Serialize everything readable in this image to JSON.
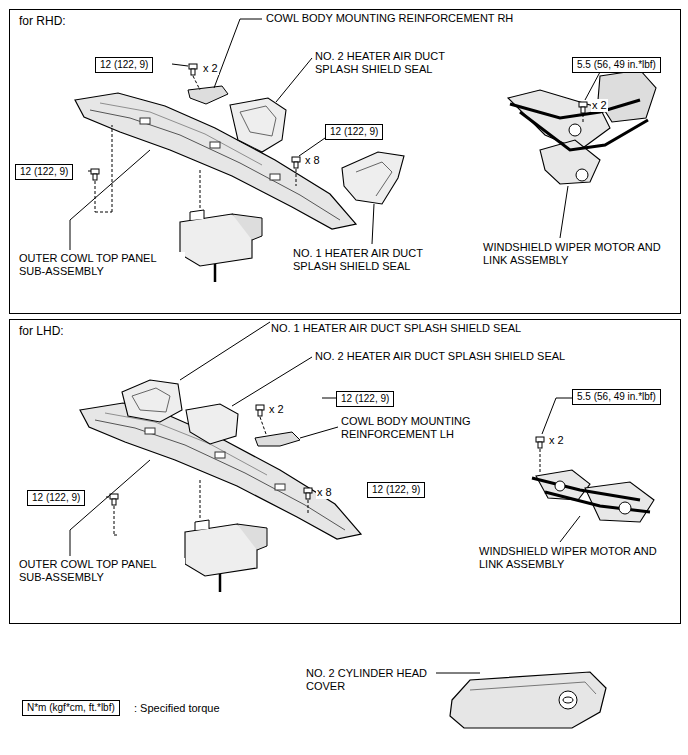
{
  "diagram": {
    "nodes": [
      {
        "text": [
          "for RHD:"
        ]
      },
      {
        "text": [
          "12 (122, 9)"
        ],
        "in": 0
      },
      {
        "text": [
          "12 (122, 9)"
        ],
        "in": 0
      },
      {
        "text": [
          "12 (122, 9)"
        ],
        "in": 0
      },
      {
        "text": [
          "5.5 (56, 49 in.*lbf)"
        ],
        "in": 0
      },
      {
        "text": [
          "for LHD:"
        ]
      },
      {
        "text": [
          "12 (122, 9)"
        ],
        "in": 5
      },
      {
        "text": [
          "12 (122, 9)"
        ],
        "in": 5
      },
      {
        "text": [
          "12 (122, 9)"
        ],
        "in": 5
      },
      {
        "text": [
          "5.5 (56, 49 in.*lbf)"
        ],
        "in": 5
      },
      {
        "text": [
          "N*m (kgf*cm, ft.*lbf)"
        ]
      }
    ],
    "labels": [
      "COWL BODY MOUNTING REINFORCEMENT RH",
      "x 2",
      "NO. 2 HEATER AIR DUCT SPLASH SHIELD SEAL",
      "x 2",
      "x 8",
      "OUTER COWL TOP PANEL SUB-ASSEMBLY",
      "NO. 1 HEATER AIR DUCT SPLASH SHIELD SEAL",
      "WINDSHIELD WIPER MOTOR AND LINK ASSEMBLY",
      "NO. 1 HEATER AIR DUCT SPLASH SHIELD SEAL",
      "NO. 2 HEATER AIR DUCT SPLASH SHIELD SEAL",
      "x 2",
      "COWL BODY MOUNTING REINFORCEMENT LH",
      "x 2",
      "x 8",
      "OUTER COWL TOP PANEL SUB-ASSEMBLY",
      "WINDSHIELD WIPER MOTOR AND LINK ASSEMBLY",
      "NO. 2 CYLINDER HEAD COVER"
    ],
    "legend": [
      {
        "text": ": Specified torque"
      }
    ]
  }
}
